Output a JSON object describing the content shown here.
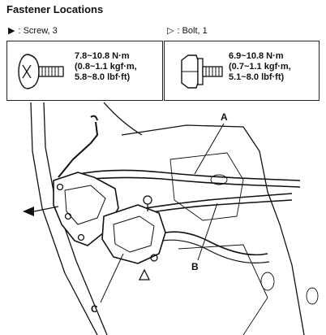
{
  "title": "Fastener Locations",
  "legend": {
    "screw": {
      "symbol": "▶",
      "label": ": Screw, 3"
    },
    "bolt": {
      "symbol": "▷",
      "label": ": Bolt, 1"
    }
  },
  "screw_spec": {
    "torque_nm": "7.8~10.8 N·m",
    "torque_kgf": "(0.8~1.1 kgf·m,",
    "torque_lbf": "5.8~8.0 lbf·ft)"
  },
  "bolt_spec": {
    "torque_nm": "6.9~10.8 N·m",
    "torque_kgf": "(0.7~1.1 kgf·m,",
    "torque_lbf": "5.1~8.0 lbf·ft)"
  },
  "callouts": {
    "a": "A",
    "b": "B",
    "c": "C"
  },
  "icons": {
    "screw": "screw-icon",
    "bolt": "bolt-icon",
    "screw_marker": "filled-triangle-marker",
    "bolt_marker": "open-triangle-marker"
  }
}
